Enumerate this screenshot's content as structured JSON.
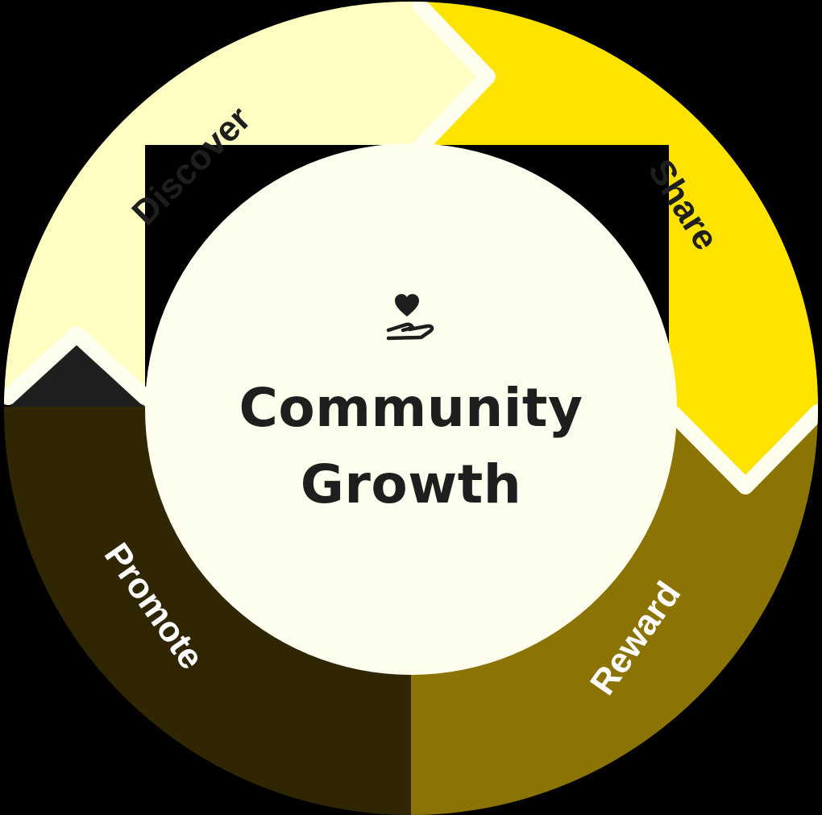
{
  "diagram": {
    "type": "cycle",
    "title_line1": "Community",
    "title_line2": "Growth",
    "center_icon": "hand-heart-icon",
    "segments": [
      {
        "label": "Discover",
        "color": "#FFFDC2",
        "text_color": "#1E1E1E"
      },
      {
        "label": "Share",
        "color": "#FFE300",
        "text_color": "#1E1E1E"
      },
      {
        "label": "Reward",
        "color": "#8B7304",
        "text_color": "#FFFFFF"
      },
      {
        "label": "Promote",
        "color": "#312604",
        "text_color": "#FFFFFF"
      }
    ],
    "colors": {
      "background": "#000000",
      "center_fill": "#FEFEEE",
      "separator": "#FEFEEE",
      "promote_arrow_tip": "#1F1F1F"
    }
  }
}
